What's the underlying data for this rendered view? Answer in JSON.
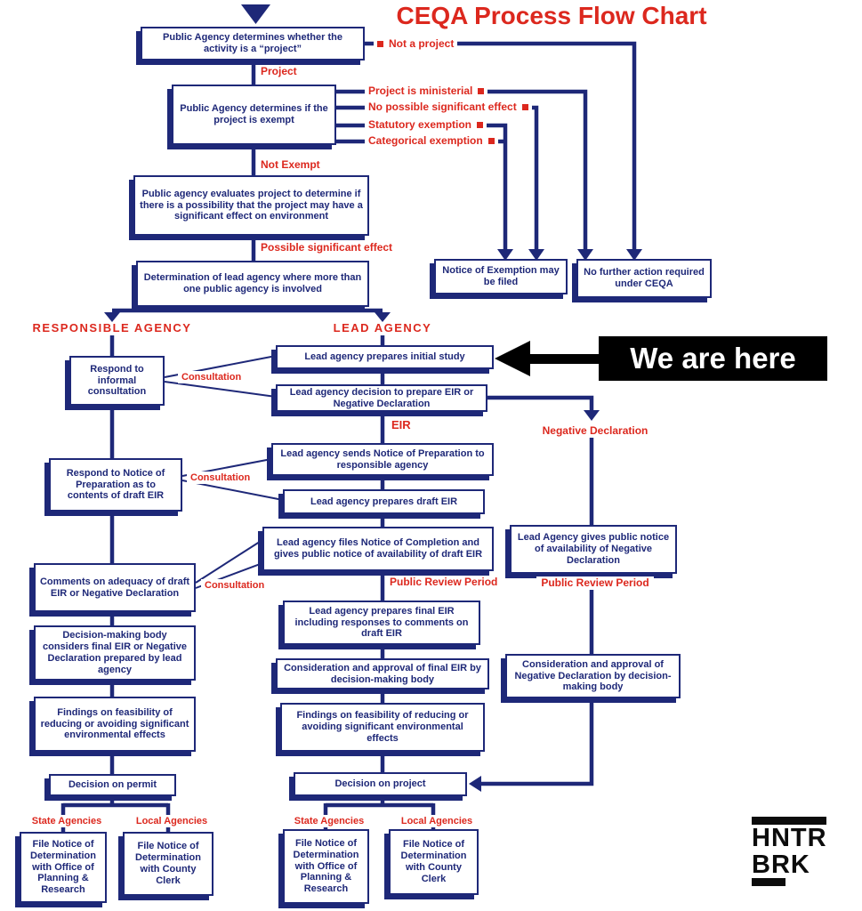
{
  "title": "CEQA Process Flow Chart",
  "colors": {
    "navy": "#1e2878",
    "red": "#dc281e",
    "black": "#000000",
    "white": "#ffffff"
  },
  "annotation": {
    "we_are_here": "We are here"
  },
  "logo": {
    "line1": "HNTR",
    "line2": "BRK"
  },
  "labels": {
    "not_a_project": "Not a project",
    "project": "Project",
    "ministerial": "Project is ministerial",
    "no_effect": "No possible significant effect",
    "statutory": "Statutory exemption",
    "categorical": "Categorical exemption",
    "not_exempt": "Not Exempt",
    "possible_effect": "Possible significant effect",
    "responsible_agency": "RESPONSIBLE AGENCY",
    "lead_agency": "LEAD AGENCY",
    "eir": "EIR",
    "neg_dec": "Negative Declaration",
    "public_review": "Public Review Period",
    "consultation": "Consultation",
    "state_agencies": "State Agencies",
    "local_agencies": "Local Agencies"
  },
  "nodes": {
    "determine_project": "Public Agency determines whether the activity is a “project”",
    "determine_exempt": "Public Agency determines if the project is exempt",
    "evaluate": "Public agency evaluates project to determine if there is a possibility that the project may have a significant effect on environment",
    "lead_determination": "Determination of lead agency where more than one public agency is involved",
    "notice_exemption": "Notice of Exemption may be filed",
    "no_further_action": "No further action required under CEQA",
    "respond_informal": "Respond to informal consultation",
    "respond_nop": "Respond to Notice of Preparation as to contents of draft EIR",
    "comments_adequacy": "Comments on adequacy of draft EIR or Negative Declaration",
    "decision_body_considers": "Decision-making body considers final EIR or Negative Declaration prepared by lead agency",
    "findings": "Findings on feasibility of reducing or avoiding significant environmental effects",
    "decision_permit": "Decision on permit",
    "file_opr": "File Notice of Determination with Office of Planning & Research",
    "file_clerk": "File Notice of Determination with County Clerk",
    "initial_study": "Lead agency prepares initial study",
    "decision_eir_negdec": "Lead agency decision to prepare EIR or Negative Declaration",
    "sends_nop": "Lead agency sends Notice of Preparation to responsible agency",
    "prepares_draft": "Lead agency prepares draft EIR",
    "notice_completion": "Lead agency files Notice of Completion and gives public notice of availability of draft EIR",
    "final_eir": "Lead agency prepares final EIR including responses to comments on draft EIR",
    "approval_final": "Consideration and approval of final EIR by decision-making body",
    "decision_project": "Decision on project",
    "negdec_notice": "Lead Agency gives public notice of availability of Negative Declaration",
    "negdec_approval": "Consideration and approval of Negative Declaration by decision-making body"
  }
}
